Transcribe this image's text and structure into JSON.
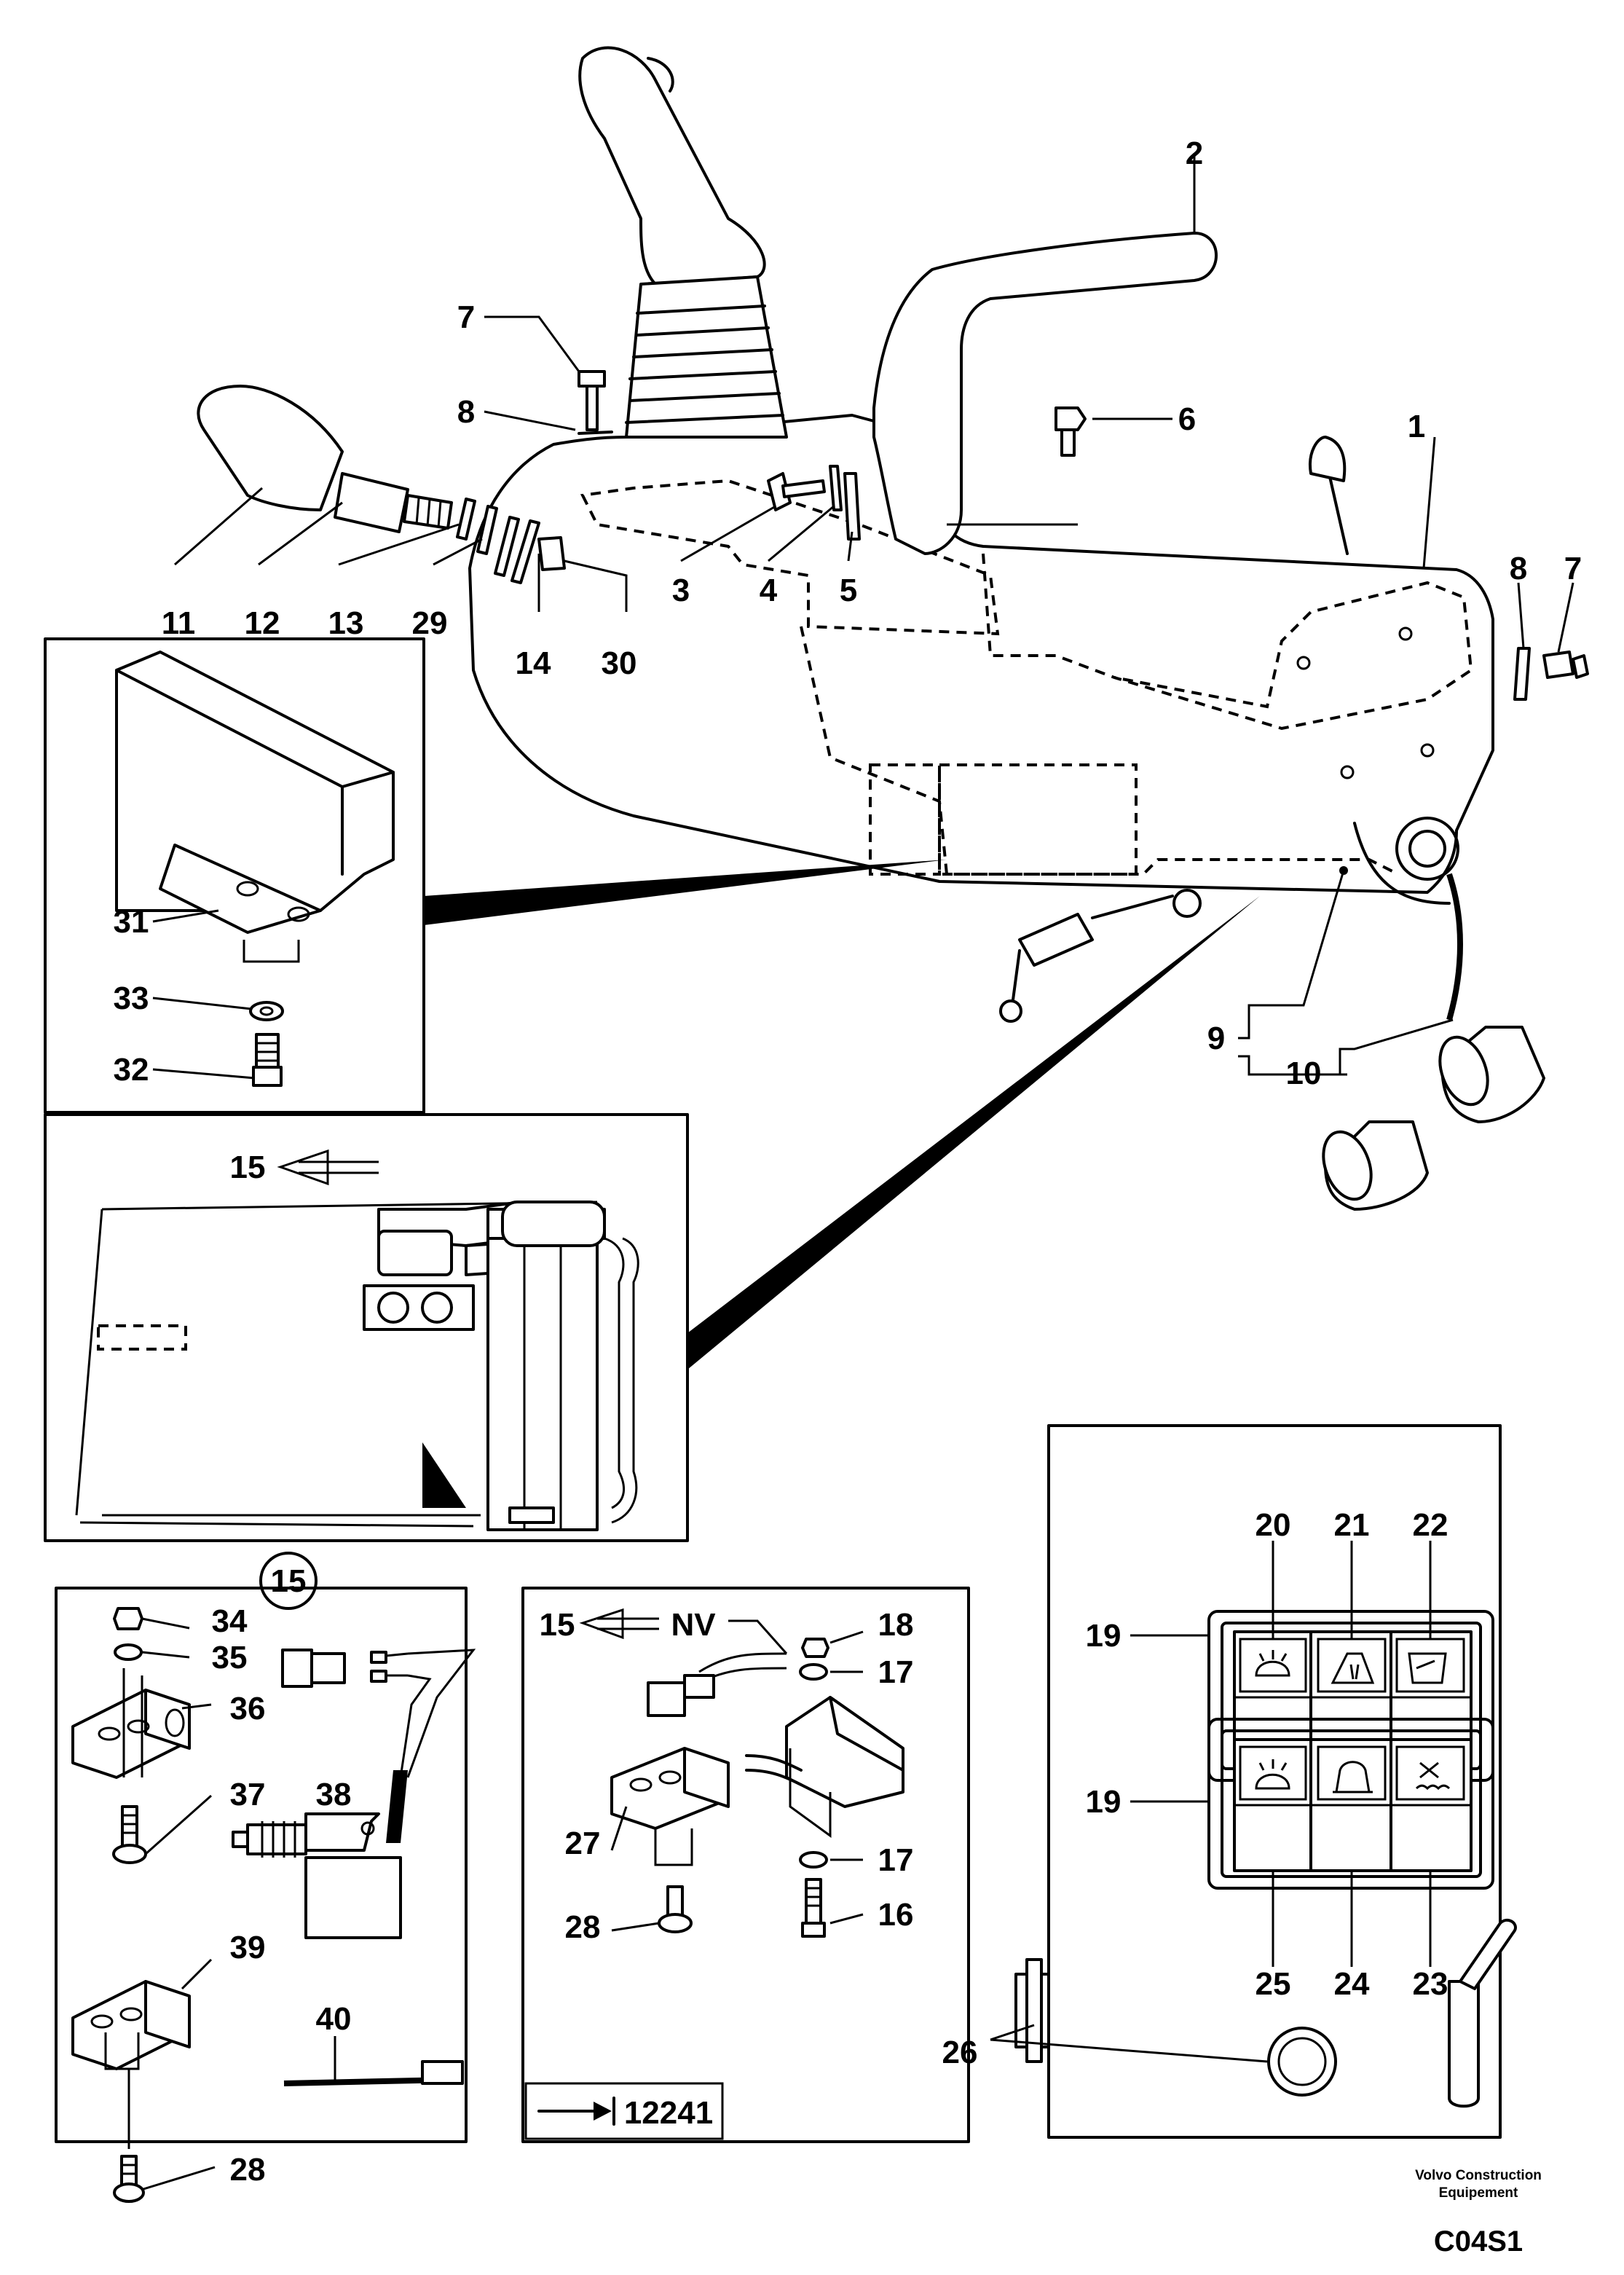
{
  "callouts": {
    "c1": "1",
    "c2": "2",
    "c3": "3",
    "c4": "4",
    "c5": "5",
    "c6": "6",
    "c7a": "7",
    "c7b": "7",
    "c8a": "8",
    "c8b": "8",
    "c9": "9",
    "c10": "10",
    "c11": "11",
    "c12": "12",
    "c13": "13",
    "c14": "14",
    "c29": "29",
    "c30": "30",
    "c31": "31",
    "c32": "32",
    "c33": "33",
    "c15a": "15",
    "c15b": "15",
    "c15c": "15",
    "c16": "16",
    "c17a": "17",
    "c17b": "17",
    "c18": "18",
    "c19a": "19",
    "c19b": "19",
    "c20": "20",
    "c21": "21",
    "c22": "22",
    "c23": "23",
    "c24": "24",
    "c25": "25",
    "c26": "26",
    "c27": "27",
    "c28a": "28",
    "c28b": "28",
    "c34": "34",
    "c35": "35",
    "c36": "36",
    "c37": "37",
    "c38": "38",
    "c39": "39",
    "c40": "40"
  },
  "nv_label": "NV",
  "serial_ref": "12241",
  "footer": {
    "brand_line1": "Volvo Construction",
    "brand_line2": "Equipement",
    "figure_code": "C04S1"
  }
}
